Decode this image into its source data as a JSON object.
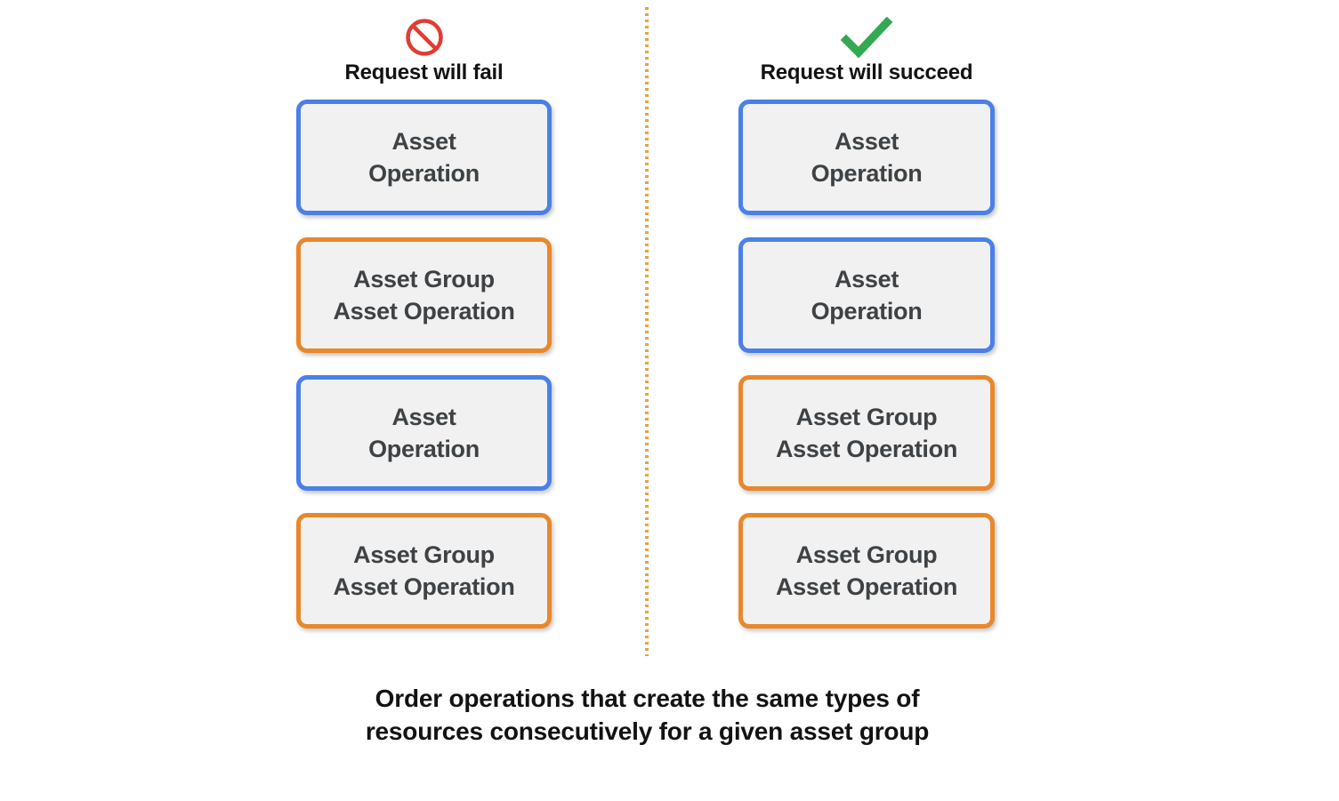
{
  "colors": {
    "blue": "#4a80e8",
    "orange": "#e8882b",
    "box_bg": "#f1f1f1",
    "box_text": "#3e4245",
    "divider": "#e8a33d",
    "fail_icon": "#e03c31",
    "success_icon": "#34a853",
    "heading_text": "#121212"
  },
  "columns": [
    {
      "id": "fail",
      "icon": "no-entry-icon",
      "heading": "Request will fail",
      "boxes": [
        {
          "type": "asset-operation",
          "border": "blue",
          "label": "Asset\nOperation"
        },
        {
          "type": "asset-group-asset-operation",
          "border": "orange",
          "label": "Asset Group\nAsset Operation"
        },
        {
          "type": "asset-operation",
          "border": "blue",
          "label": "Asset\nOperation"
        },
        {
          "type": "asset-group-asset-operation",
          "border": "orange",
          "label": "Asset Group\nAsset Operation"
        }
      ]
    },
    {
      "id": "succeed",
      "icon": "checkmark-icon",
      "heading": "Request will succeed",
      "boxes": [
        {
          "type": "asset-operation",
          "border": "blue",
          "label": "Asset\nOperation"
        },
        {
          "type": "asset-operation",
          "border": "blue",
          "label": "Asset\nOperation"
        },
        {
          "type": "asset-group-asset-operation",
          "border": "orange",
          "label": "Asset Group\nAsset Operation"
        },
        {
          "type": "asset-group-asset-operation",
          "border": "orange",
          "label": "Asset Group\nAsset Operation"
        }
      ]
    }
  ],
  "caption": "Order operations that create the same types of\nresources consecutively for a given asset group"
}
